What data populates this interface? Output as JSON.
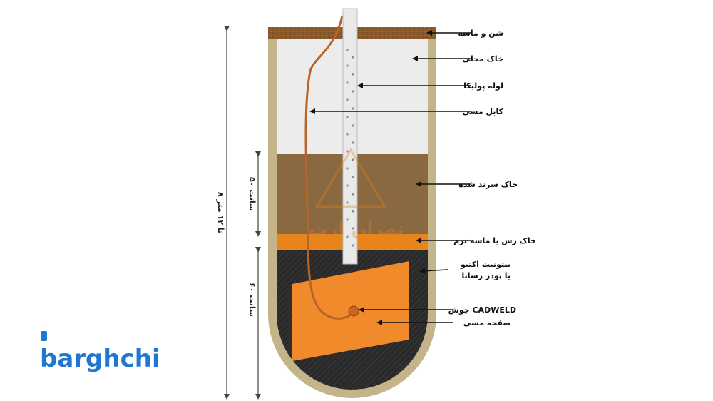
{
  "labels": {
    "gravel_sand": "شن و ماسه",
    "local_soil": "خاک محلی",
    "poly_pipe": "لوله پولیکا",
    "copper_cable": "کابل مسی",
    "sifted_soil": "خاک سرند شده",
    "clay_sand": "خاک رس یا ماسه نرم",
    "bentonite_line1": "بنتونیت اکتیو",
    "bentonite_line2": "یا پودر رسانا",
    "cadweld": "جوش CADWELD",
    "copper_plate": "صفحه مسی"
  },
  "dimensions": {
    "total_depth": "۸ تا ۱۲ متر",
    "upper_section": "۵۰ سانت",
    "lower_section": "۶۰ سانت"
  },
  "watermark": "تهران ارت",
  "brand": {
    "name": "barghchi",
    "color": "#1f77d2"
  },
  "colors": {
    "shell": "#c4b48a",
    "gravel": "#8b5a2b",
    "local_soil": "#ececec",
    "sifted_soil": "#8a6840",
    "clay": "#e8841c",
    "bentonite": "#2a2a2a",
    "plate": "#f08a2a",
    "cable": "#b8652a",
    "pipe": "#e9e9e9"
  }
}
